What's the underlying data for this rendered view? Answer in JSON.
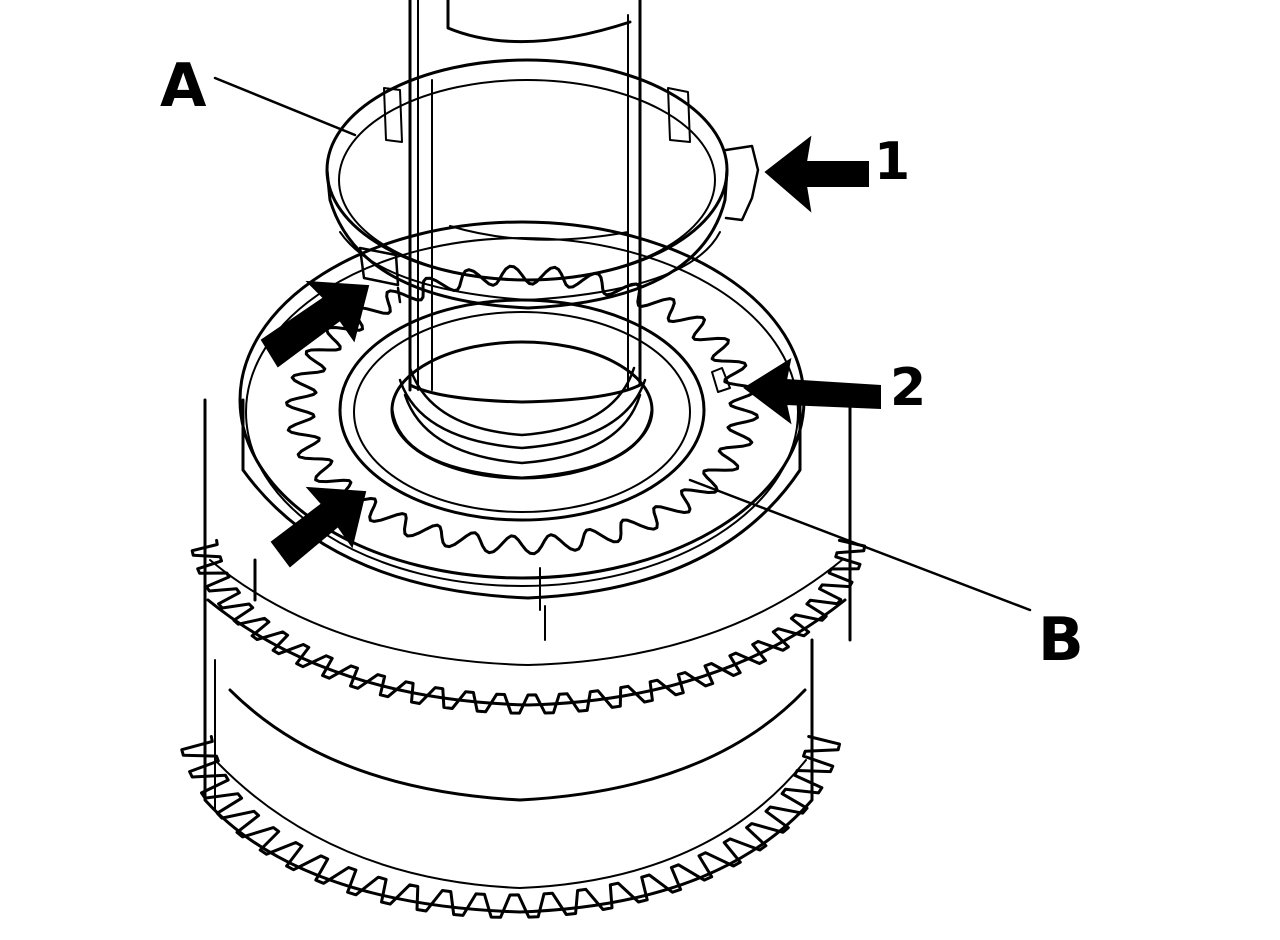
{
  "diagram": {
    "callouts": {
      "a": "A",
      "b": "B",
      "one": "1",
      "two": "2"
    },
    "colors": {
      "ink": "#000000",
      "paper": "#ffffff"
    }
  }
}
